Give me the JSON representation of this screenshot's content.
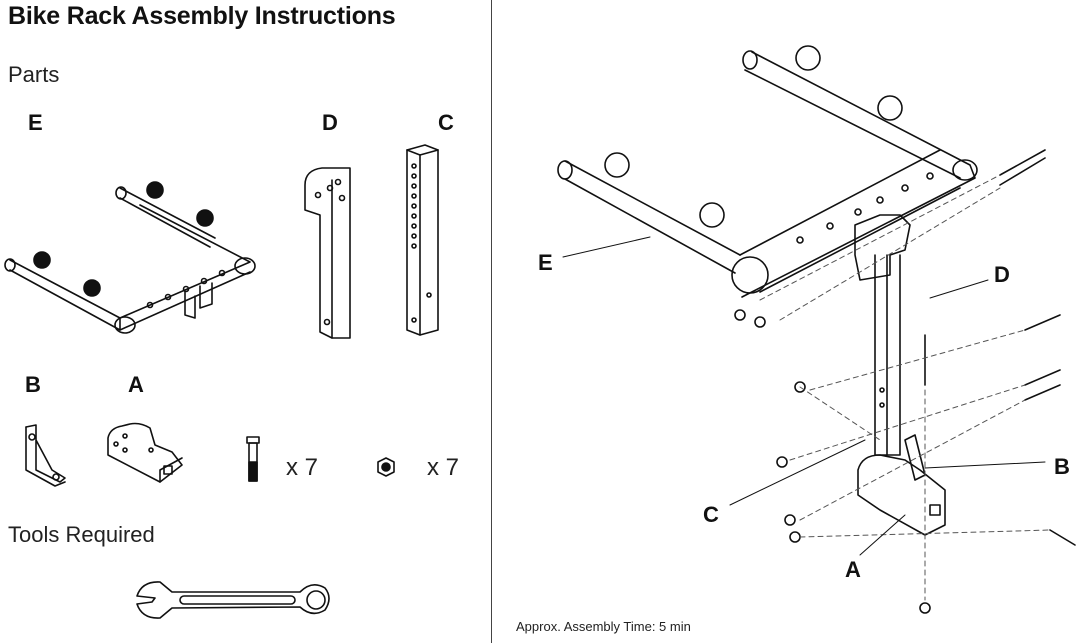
{
  "title": "Bike Rack Assembly Instructions",
  "parts_heading": "Parts",
  "tools_heading": "Tools Required",
  "parts": [
    {
      "label": "E",
      "name": "bike-carrier-bar"
    },
    {
      "label": "D",
      "name": "mast-bracket"
    },
    {
      "label": "C",
      "name": "mast-tube"
    },
    {
      "label": "B",
      "name": "corner-bracket"
    },
    {
      "label": "A",
      "name": "hitch-receiver"
    }
  ],
  "hardware": [
    {
      "name": "bolt",
      "quantity": "x 7"
    },
    {
      "name": "nut",
      "quantity": "x 7"
    }
  ],
  "tools": [
    {
      "name": "combination-wrench"
    }
  ],
  "exploded_view": {
    "labels": [
      "E",
      "D",
      "B",
      "C",
      "A"
    ]
  },
  "footer": "Approx. Assembly Time: 5 min"
}
